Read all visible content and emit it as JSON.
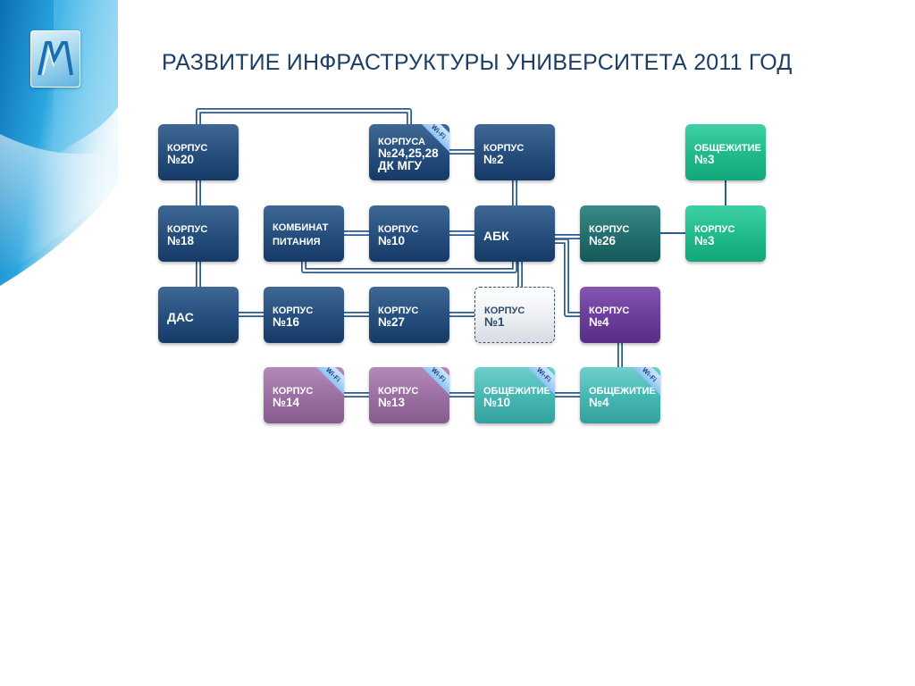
{
  "title": "РАЗВИТИЕ ИНФРАСТРУКТУРЫ УНИВЕРСИТЕТА 2011 ГОД",
  "wifi_label": "Wi-Fi",
  "colors": {
    "title": "#1b3e66",
    "dark_blue": "#27507f",
    "teal": "#226e6e",
    "green": "#1fb98c",
    "purple": "#6a3d9a",
    "mauve": "#9a6ea1",
    "aqua": "#44b6b2",
    "line": "#2a5b8f"
  },
  "nodes": [
    {
      "id": "korpus20",
      "style": "blue",
      "lines": [
        "КОРПУС",
        "№20"
      ]
    },
    {
      "id": "korpus2428",
      "style": "blue",
      "lines": [
        "КОРПУСА",
        "№24,25,28",
        "ДК МГУ"
      ],
      "wifi": true
    },
    {
      "id": "korpus2",
      "style": "blue",
      "lines": [
        "КОРПУС",
        "№2"
      ]
    },
    {
      "id": "obsh3",
      "style": "green",
      "lines": [
        "ОБЩЕЖИТИЕ",
        "№3"
      ]
    },
    {
      "id": "korpus18",
      "style": "blue",
      "lines": [
        "КОРПУС",
        "№18"
      ]
    },
    {
      "id": "kombinat",
      "style": "blue",
      "lines": [
        "КОМБИНАТ",
        "ПИТАНИЯ"
      ]
    },
    {
      "id": "korpus10",
      "style": "blue",
      "lines": [
        "КОРПУС",
        "№10"
      ]
    },
    {
      "id": "abk",
      "style": "blue",
      "lines": [
        "АБК"
      ]
    },
    {
      "id": "korpus26",
      "style": "teal",
      "lines": [
        "КОРПУС",
        "№26"
      ]
    },
    {
      "id": "korpus3",
      "style": "green",
      "lines": [
        "КОРПУС",
        "№3"
      ]
    },
    {
      "id": "das",
      "style": "blue",
      "lines": [
        "ДАС"
      ]
    },
    {
      "id": "korpus16",
      "style": "blue",
      "lines": [
        "КОРПУС",
        "№16"
      ]
    },
    {
      "id": "korpus27",
      "style": "blue",
      "lines": [
        "КОРПУС",
        "№27"
      ]
    },
    {
      "id": "korpus1",
      "style": "dashed",
      "lines": [
        "КОРПУС",
        "№1"
      ]
    },
    {
      "id": "korpus4",
      "style": "purple",
      "lines": [
        "КОРПУС",
        "№4"
      ]
    },
    {
      "id": "korpus14",
      "style": "mauve",
      "lines": [
        "КОРПУС",
        "№14"
      ],
      "wifi": true
    },
    {
      "id": "korpus13",
      "style": "mauve",
      "lines": [
        "КОРПУС",
        "№13"
      ],
      "wifi": true
    },
    {
      "id": "obsh10",
      "style": "aqua",
      "lines": [
        "ОБЩЕЖИТИЕ",
        "№10"
      ],
      "wifi": true
    },
    {
      "id": "obsh4",
      "style": "aqua",
      "lines": [
        "ОБЩЕЖИТИЕ",
        "№4"
      ],
      "wifi": true
    }
  ]
}
